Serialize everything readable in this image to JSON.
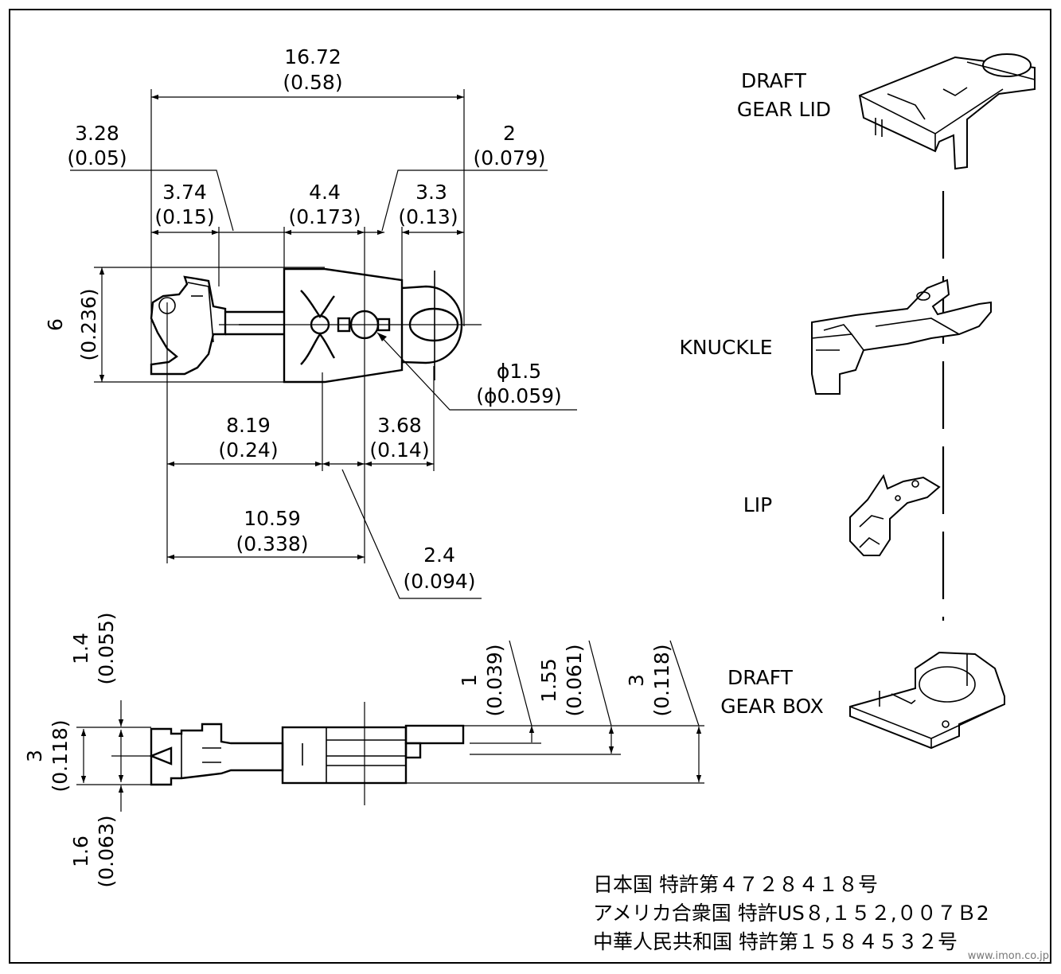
{
  "dimensions": {
    "overall_length": {
      "mm": "16.72",
      "inch": "(0.58)"
    },
    "offset_left": {
      "mm": "3.28",
      "inch": "(0.05)"
    },
    "offset_right": {
      "mm": "2",
      "inch": "(0.079)"
    },
    "knuckle_width": {
      "mm": "3.74",
      "inch": "(0.15)"
    },
    "box_width": {
      "mm": "4.4",
      "inch": "(0.173)"
    },
    "tail_width": {
      "mm": "3.3",
      "inch": "(0.13)"
    },
    "height": {
      "mm": "6",
      "inch": "(0.236)"
    },
    "pin_diameter": {
      "mm": "ϕ1.5",
      "inch": "(ϕ0.059)"
    },
    "knuckle_to_box": {
      "mm": "8.19",
      "inch": "(0.24)"
    },
    "pin_to_tail": {
      "mm": "3.68",
      "inch": "(0.14)"
    },
    "knuckle_to_pin": {
      "mm": "10.59",
      "inch": "(0.338)"
    },
    "box_to_pin": {
      "mm": "2.4",
      "inch": "(0.094)"
    },
    "upper_height": {
      "mm": "1.4",
      "inch": "(0.055)"
    },
    "side_height": {
      "mm": "3",
      "inch": "(0.118)"
    },
    "lower_height": {
      "mm": "1.6",
      "inch": "(0.063)"
    },
    "step_1": {
      "mm": "1",
      "inch": "(0.039)"
    },
    "step_2": {
      "mm": "1.55",
      "inch": "(0.061)"
    },
    "step_3": {
      "mm": "3",
      "inch": "(0.118)"
    }
  },
  "parts": {
    "draft_gear_lid": [
      "DRAFT",
      "GEAR LID"
    ],
    "knuckle": "KNUCKLE",
    "lip": "LIP",
    "draft_gear_box": [
      "DRAFT",
      "GEAR BOX"
    ]
  },
  "patents": [
    "日本国 特許第４７２８４１８号",
    "アメリカ合衆国 特許US８,１５２,００７Ｂ2",
    "中華人民共和国 特許第１５８４５３２号"
  ],
  "watermark": "www.imon.co.jp"
}
